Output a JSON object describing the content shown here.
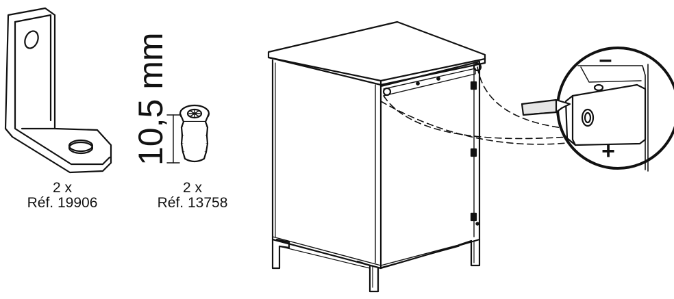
{
  "parts": [
    {
      "quantity": "2 x",
      "reference": "Réf. 19906",
      "icon": "l-bracket-icon"
    },
    {
      "quantity": "2 x",
      "reference": "Réf. 13758",
      "icon": "cam-dowel-icon"
    }
  ],
  "dimension": {
    "label": "10,5 mm"
  },
  "adjust": {
    "minus": "–",
    "plus": "+"
  },
  "colors": {
    "line": "#111111",
    "background": "#ffffff",
    "shade": "#e6e6e6"
  }
}
